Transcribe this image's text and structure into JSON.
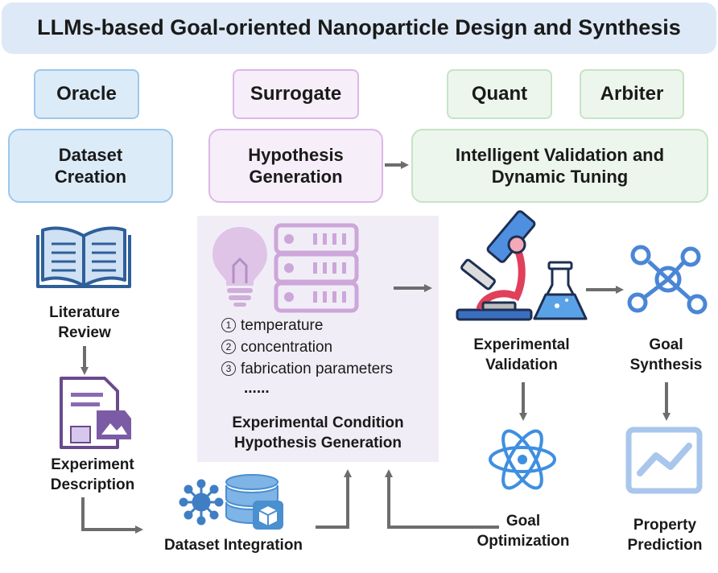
{
  "title": "LLMs-based Goal-oriented Nanoparticle Design and Synthesis",
  "agents": {
    "oracle": "Oracle",
    "surrogate": "Surrogate",
    "quant": "Quant",
    "arbiter": "Arbiter"
  },
  "stages": {
    "dataset_creation": "Dataset Creation",
    "hypothesis_generation": "Hypothesis Generation",
    "validation_tuning": "Intelligent Validation and Dynamic Tuning"
  },
  "steps": {
    "literature_review": "Literature Review",
    "experiment_description": "Experiment Description",
    "dataset_integration": "Dataset Integration",
    "hypothesis_panel_caption": "Experimental Condition Hypothesis Generation",
    "experimental_validation": "Experimental Validation",
    "goal_synthesis": "Goal Synthesis",
    "goal_optimization": "Goal Optimization",
    "property_prediction": "Property Prediction"
  },
  "conditions": [
    {
      "num": "1",
      "text": "temperature"
    },
    {
      "num": "2",
      "text": "concentration"
    },
    {
      "num": "3",
      "text": "fabrication parameters"
    }
  ],
  "conditions_more": "......",
  "icons": [
    "book-icon",
    "document-image-icon",
    "network-icon",
    "database-icon",
    "cube-icon",
    "lightbulb-icon",
    "server-icon",
    "microscope-icon",
    "flask-icon",
    "molecule-icon",
    "atom-icon",
    "line-chart-icon"
  ],
  "colors": {
    "title_bg": "#dde9f6",
    "oracle_blue": "#dcebf8",
    "surrogate_purple": "#f6eef8",
    "quant_green": "#ecf6ec",
    "arrow_gray": "#6d6d6d"
  }
}
